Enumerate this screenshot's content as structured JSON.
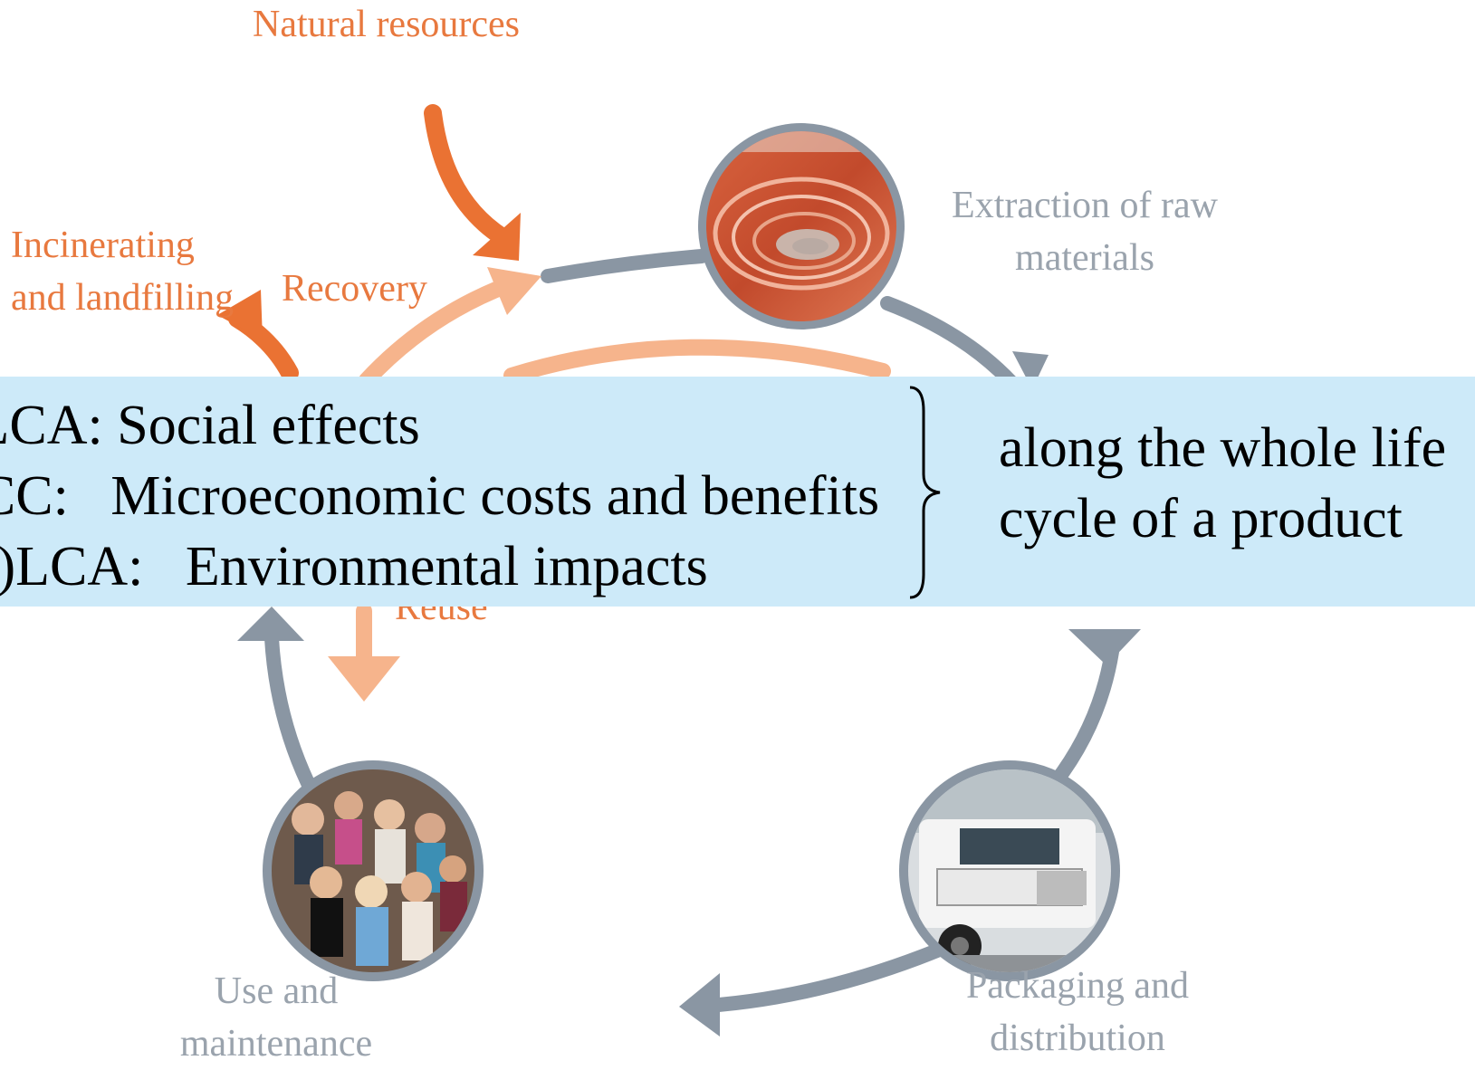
{
  "colors": {
    "orange_strong": "#ea7233",
    "orange_light": "#f6b48c",
    "cycle_gray": "#8a96a3",
    "label_gray": "#9aa3ad",
    "banner_bg": "#cdeaf9"
  },
  "stages": {
    "extraction": {
      "label": "Extraction of raw\nmaterials",
      "photo": "open-pit-mine-photo"
    },
    "packaging": {
      "label": "Packaging and\ndistribution",
      "photo": "truck-photo"
    },
    "use": {
      "label": "Use and\nmaintenance",
      "photo": "crowd-photo"
    }
  },
  "flows": {
    "natural_resources": "Natural resources",
    "incinerating": "Incinerating\nand landfilling",
    "recovery": "Recovery",
    "reuse": "Reuse"
  },
  "banner": {
    "rows": [
      "SLCA: Social effects",
      "LCC:   Microeconomic costs and benefits",
      "(E)LCA:   Environmental impacts"
    ],
    "summary": "along the whole life\ncycle of a product"
  }
}
